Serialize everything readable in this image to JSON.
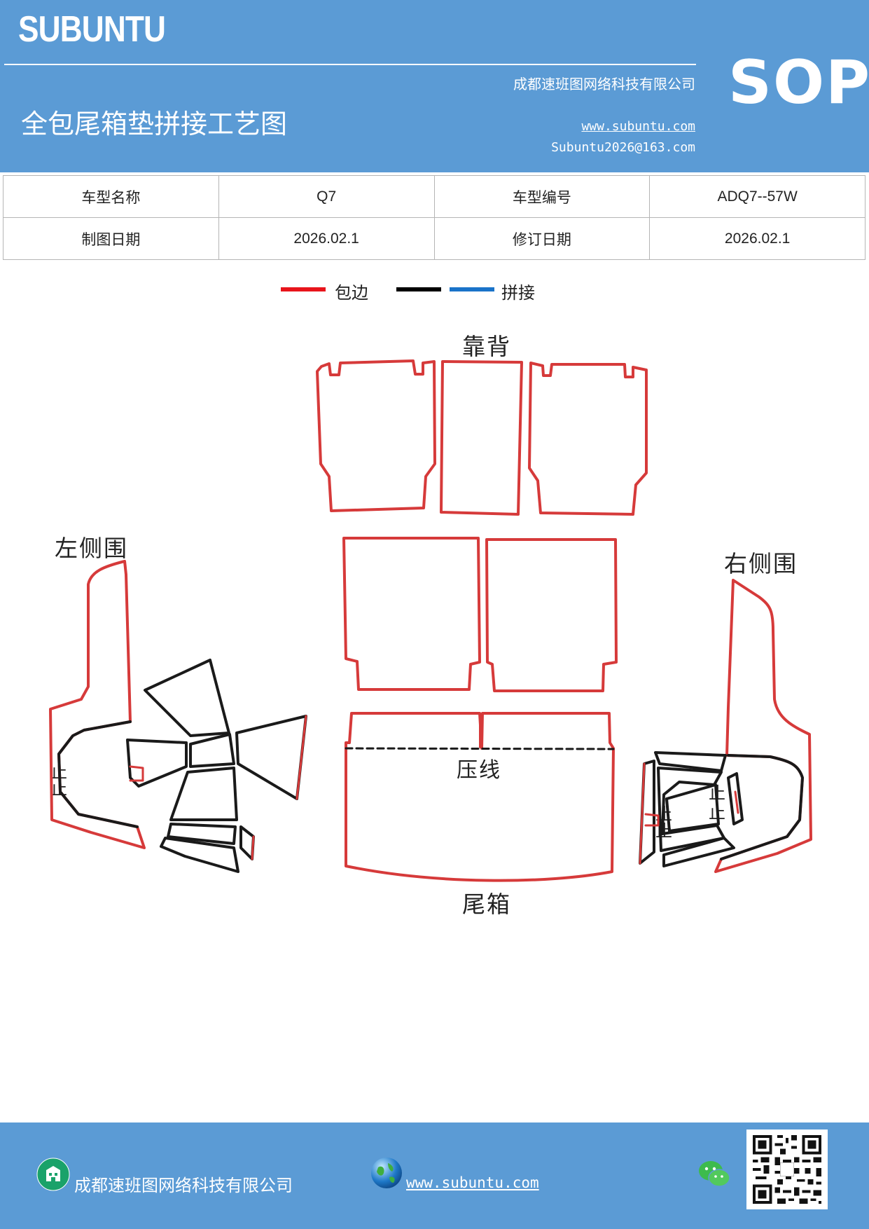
{
  "header": {
    "brand": "SUBUNTU",
    "badge": "SOP",
    "company": "成都速班图网络科技有限公司",
    "title": "全包尾箱垫拼接工艺图",
    "website": "www.subuntu.com",
    "email": "Subuntu2026@163.com"
  },
  "info_table": {
    "model_name_label": "车型名称",
    "model_name": "Q7",
    "model_code_label": "车型编号",
    "model_code": "ADQ7--57W",
    "draw_date_label": "制图日期",
    "draw_date": "2026.02.1",
    "revise_date_label": "修订日期",
    "revise_date": "2026.02.1"
  },
  "legend": {
    "edge_label": "包边",
    "splice_label": "拼接",
    "colors": {
      "edge": "#e8141b",
      "black": "#000000",
      "splice": "#1a73c9"
    }
  },
  "diagram": {
    "backrest_label": "靠背",
    "left_side_label": "左侧围",
    "right_side_label": "右侧围",
    "crease_label": "压线",
    "trunk_label": "尾箱",
    "stop_mark": "止",
    "colors": {
      "edge": "#d63a3a",
      "line": "#1a1a1a"
    }
  },
  "footer": {
    "company": "成都速班图网络科技有限公司",
    "website": "www.subuntu.com"
  },
  "icons": [
    "building-icon",
    "globe-icon",
    "wechat-icon",
    "qr-code-icon"
  ]
}
